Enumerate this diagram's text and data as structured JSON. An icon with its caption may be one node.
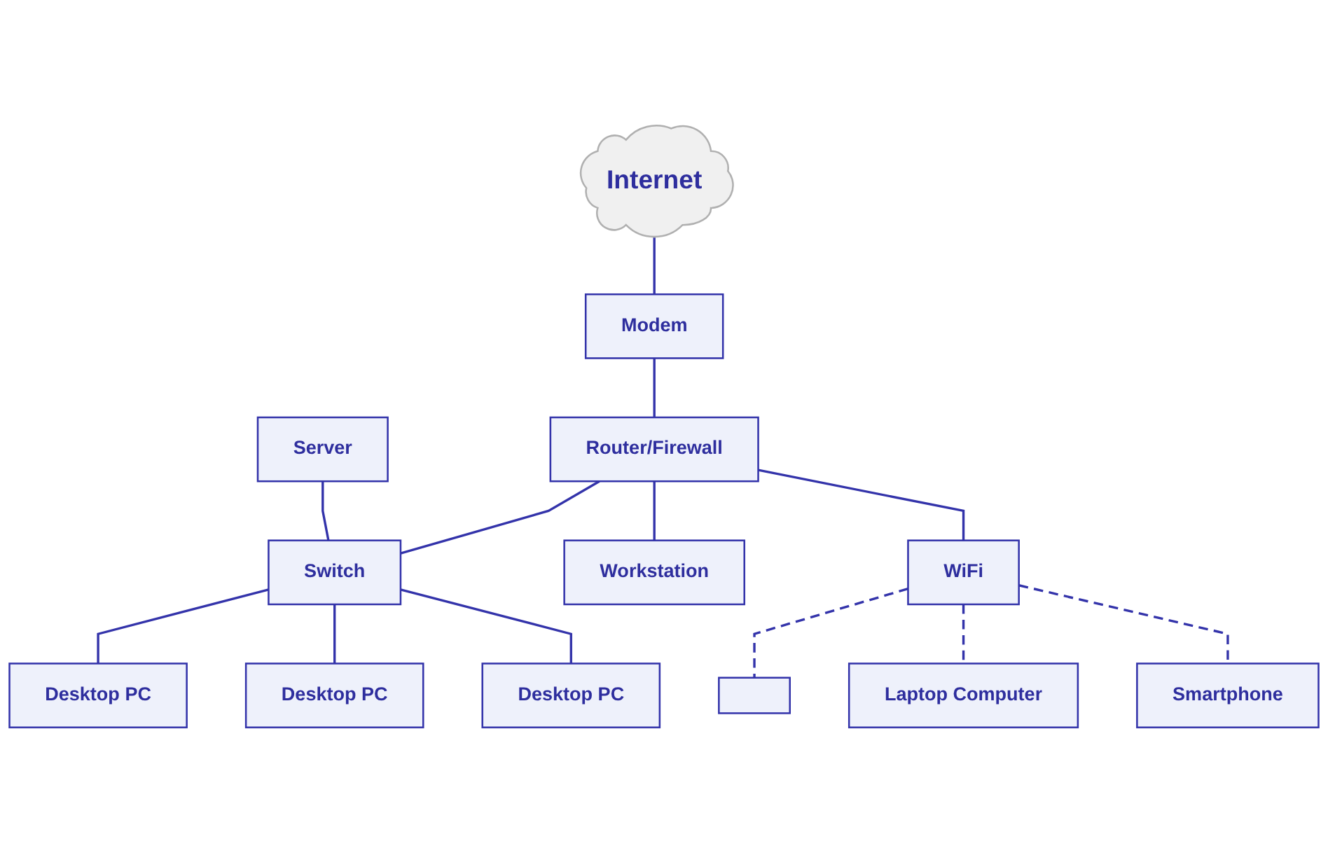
{
  "diagram": {
    "nodes": [
      {
        "text": [
          "Internet"
        ]
      },
      {
        "text": [
          "Modem"
        ]
      },
      {
        "text": [
          "Router/Firewall"
        ]
      },
      {
        "text": [],
        "shape": "box"
      },
      {
        "text": [
          "Server"
        ]
      },
      {
        "text": [
          "Switch"
        ]
      },
      {
        "text": [
          "Workstation"
        ]
      },
      {
        "text": [
          "WiFi"
        ]
      },
      {
        "text": [
          "Laptop Computer"
        ]
      },
      {
        "text": [
          "Smartphone"
        ]
      },
      {
        "text": [
          "Desktop PC"
        ]
      },
      {
        "text": [
          "Desktop PC"
        ]
      },
      {
        "text": [
          "Desktop PC"
        ]
      }
    ],
    "edges": [
      {
        "from": 0,
        "to": 1,
        "arrow": "none"
      },
      {
        "from": 1,
        "to": 2,
        "arrow": "none"
      },
      {
        "from": 2,
        "to": 5,
        "arrow": "none"
      },
      {
        "from": 2,
        "to": 6,
        "arrow": "none"
      },
      {
        "from": 2,
        "to": 7,
        "arrow": "none"
      },
      {
        "from": 4,
        "to": 5,
        "arrow": "none"
      },
      {
        "from": 5,
        "to": 10,
        "arrow": "none"
      },
      {
        "from": 5,
        "to": 11,
        "arrow": "none"
      },
      {
        "from": 5,
        "to": 12,
        "arrow": "none"
      },
      {
        "from": 7,
        "to": 3,
        "arrow": "none",
        "style": "dashed"
      },
      {
        "from": 7,
        "to": 8,
        "arrow": "none",
        "style": "dashed"
      },
      {
        "from": 7,
        "to": 9,
        "arrow": "none",
        "style": "dashed"
      }
    ]
  }
}
